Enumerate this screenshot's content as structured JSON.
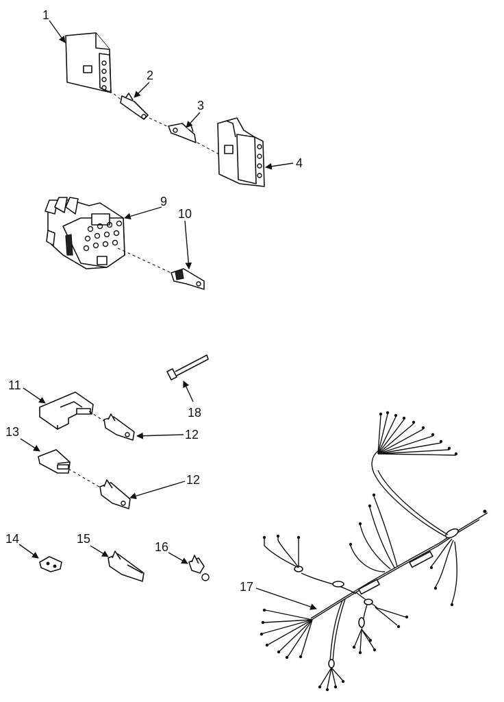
{
  "labels": {
    "p1": "1",
    "p2": "2",
    "p3": "3",
    "p4": "4",
    "p9": "9",
    "p10": "10",
    "p11": "11",
    "p12a": "12",
    "p13": "13",
    "p12b": "12",
    "p14": "14",
    "p15": "15",
    "p16": "16",
    "p17": "17",
    "p18": "18"
  }
}
